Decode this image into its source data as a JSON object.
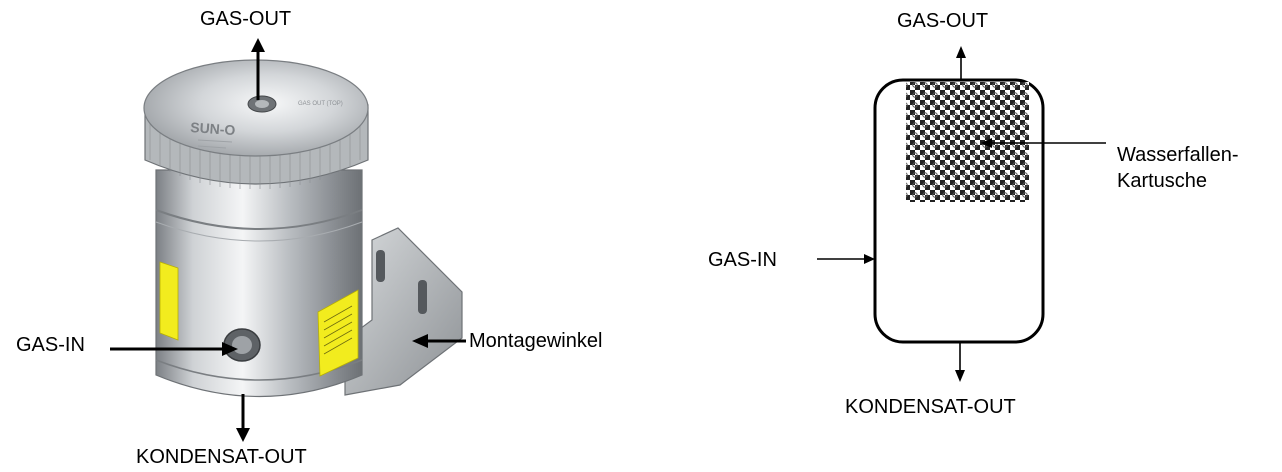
{
  "photo_figure": {
    "gas_out": "GAS-OUT",
    "gas_in": "GAS-IN",
    "kondensat_out": "KONDENSAT-OUT",
    "montagewinkel": "Montagewinkel",
    "cap_engraving": "SUN-O",
    "cap_engraving_small": "GAS OUT (TOP)"
  },
  "schematic_figure": {
    "gas_out": "GAS-OUT",
    "gas_in": "GAS-IN",
    "kondensat_out": "KONDENSAT-OUT",
    "cartridge_label_line1": "Wasserfallen-",
    "cartridge_label_line2": "Kartusche"
  },
  "colors": {
    "metal_light": "#e6e8ea",
    "metal_dark": "#8a8e92",
    "warning_label": "#f2ec1e",
    "line": "#000000"
  }
}
